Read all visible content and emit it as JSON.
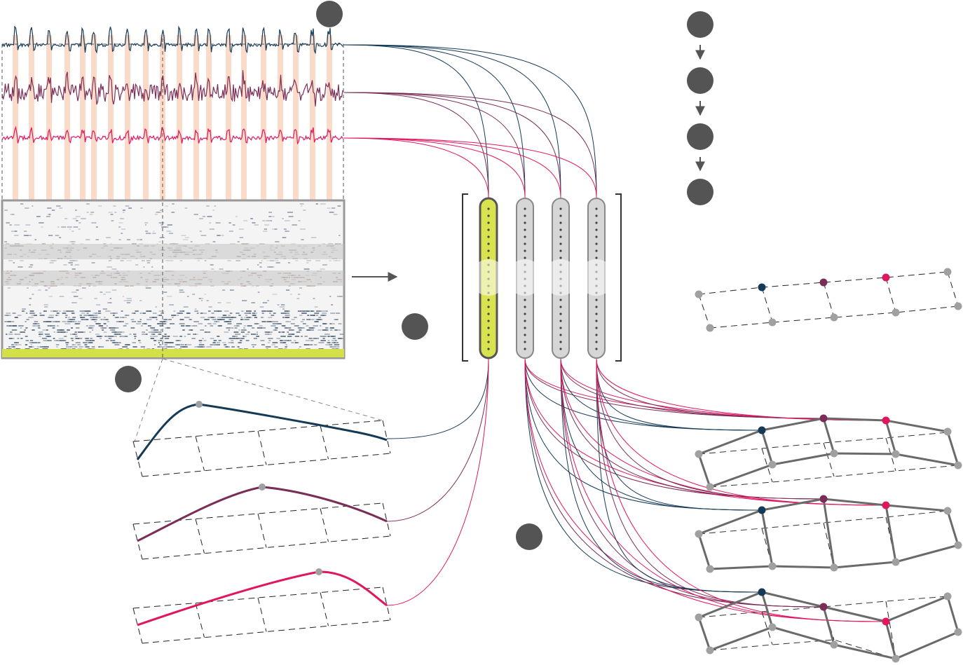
{
  "colors": {
    "background": "#ffffff",
    "trace_dark": "#143a57",
    "trace_maroon": "#7a2d57",
    "trace_pink": "#e0175f",
    "spike_band": "#f8cdb5",
    "step_circle": "#545454",
    "node_gray": "#a0a0a0",
    "edge_gray": "#6a6a6a",
    "vector_selected": "#d9e24f",
    "vector_other": "#d6d6d6",
    "heatmap_yellow": "#d4e04a",
    "heatmap_blue": "#50647a"
  },
  "labels": {
    "panel_a": "",
    "panel_b": "",
    "panel_c": "",
    "panel_d": "",
    "steps": [
      "",
      "",
      "",
      ""
    ]
  },
  "icons": [
    "arrow-right-icon",
    "arrow-down-icon"
  ],
  "diagram": {
    "traces": [
      "dark",
      "maroon",
      "pink"
    ],
    "embedding_vectors": 4,
    "selected_vector": 1,
    "curve_panels": 3,
    "graph_panels": 3,
    "grid_columns": 5
  }
}
